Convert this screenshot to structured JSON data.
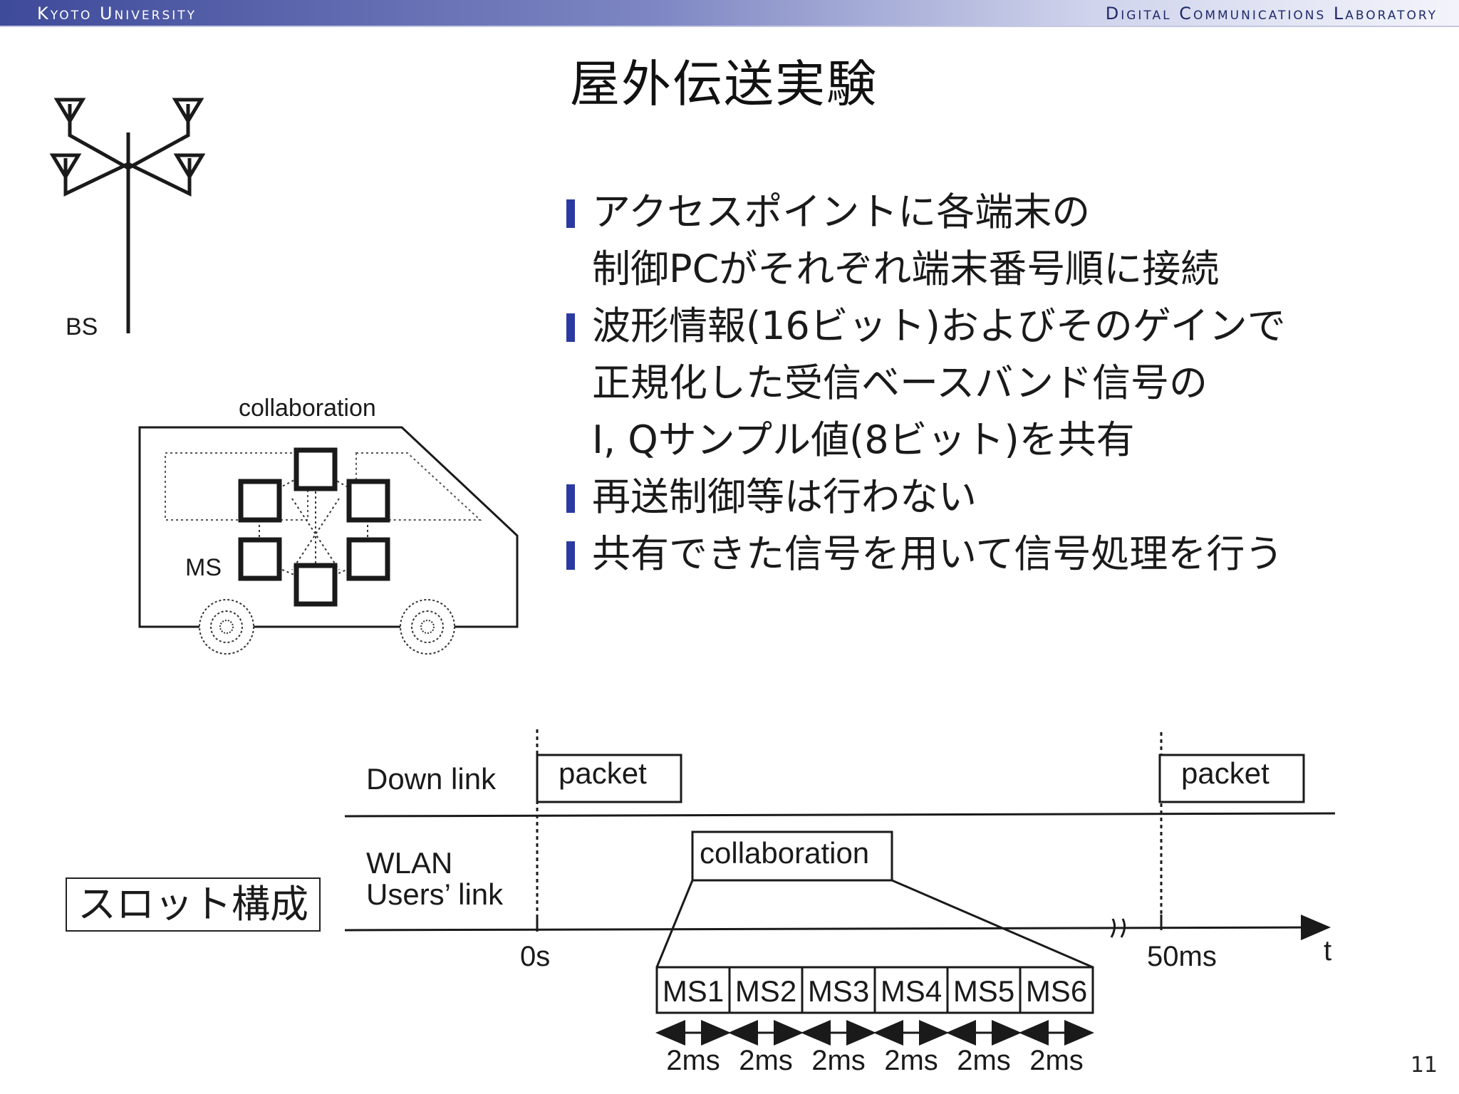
{
  "header": {
    "left": "Kyoto University",
    "right": "Digital Communications Laboratory"
  },
  "title": "屋外伝送実験",
  "bullets": [
    {
      "lines": [
        "アクセスポイントに各端末の",
        "制御PCがそれぞれ端末番号順に接続"
      ]
    },
    {
      "lines": [
        "波形情報(16ビット)およびそのゲインで",
        "正規化した受信ベースバンド信号の",
        "I, Qサンプル値(8ビット)を共有"
      ]
    },
    {
      "lines": [
        "再送制御等は行わない"
      ]
    },
    {
      "lines": [
        "共有できた信号を用いて信号処理を行う"
      ]
    }
  ],
  "figure": {
    "bs_label": "BS",
    "collab_label": "collaboration",
    "ms_label": "MS"
  },
  "slot": {
    "box_label": "スロット構成",
    "downlink_label": "Down link",
    "wlan_label_1": "WLAN",
    "wlan_label_2": "Users’ link",
    "packet_label_1": "packet",
    "packet_label_2": "packet",
    "collab_label": "collaboration",
    "t0_label": "0s",
    "t50_label": "50ms",
    "t_axis_label": "t",
    "ms_slots": [
      "MS1",
      "MS2",
      "MS3",
      "MS4",
      "MS5",
      "MS6"
    ],
    "durations": [
      "2ms",
      "2ms",
      "2ms",
      "2ms",
      "2ms",
      "2ms"
    ]
  },
  "page_number": "11"
}
